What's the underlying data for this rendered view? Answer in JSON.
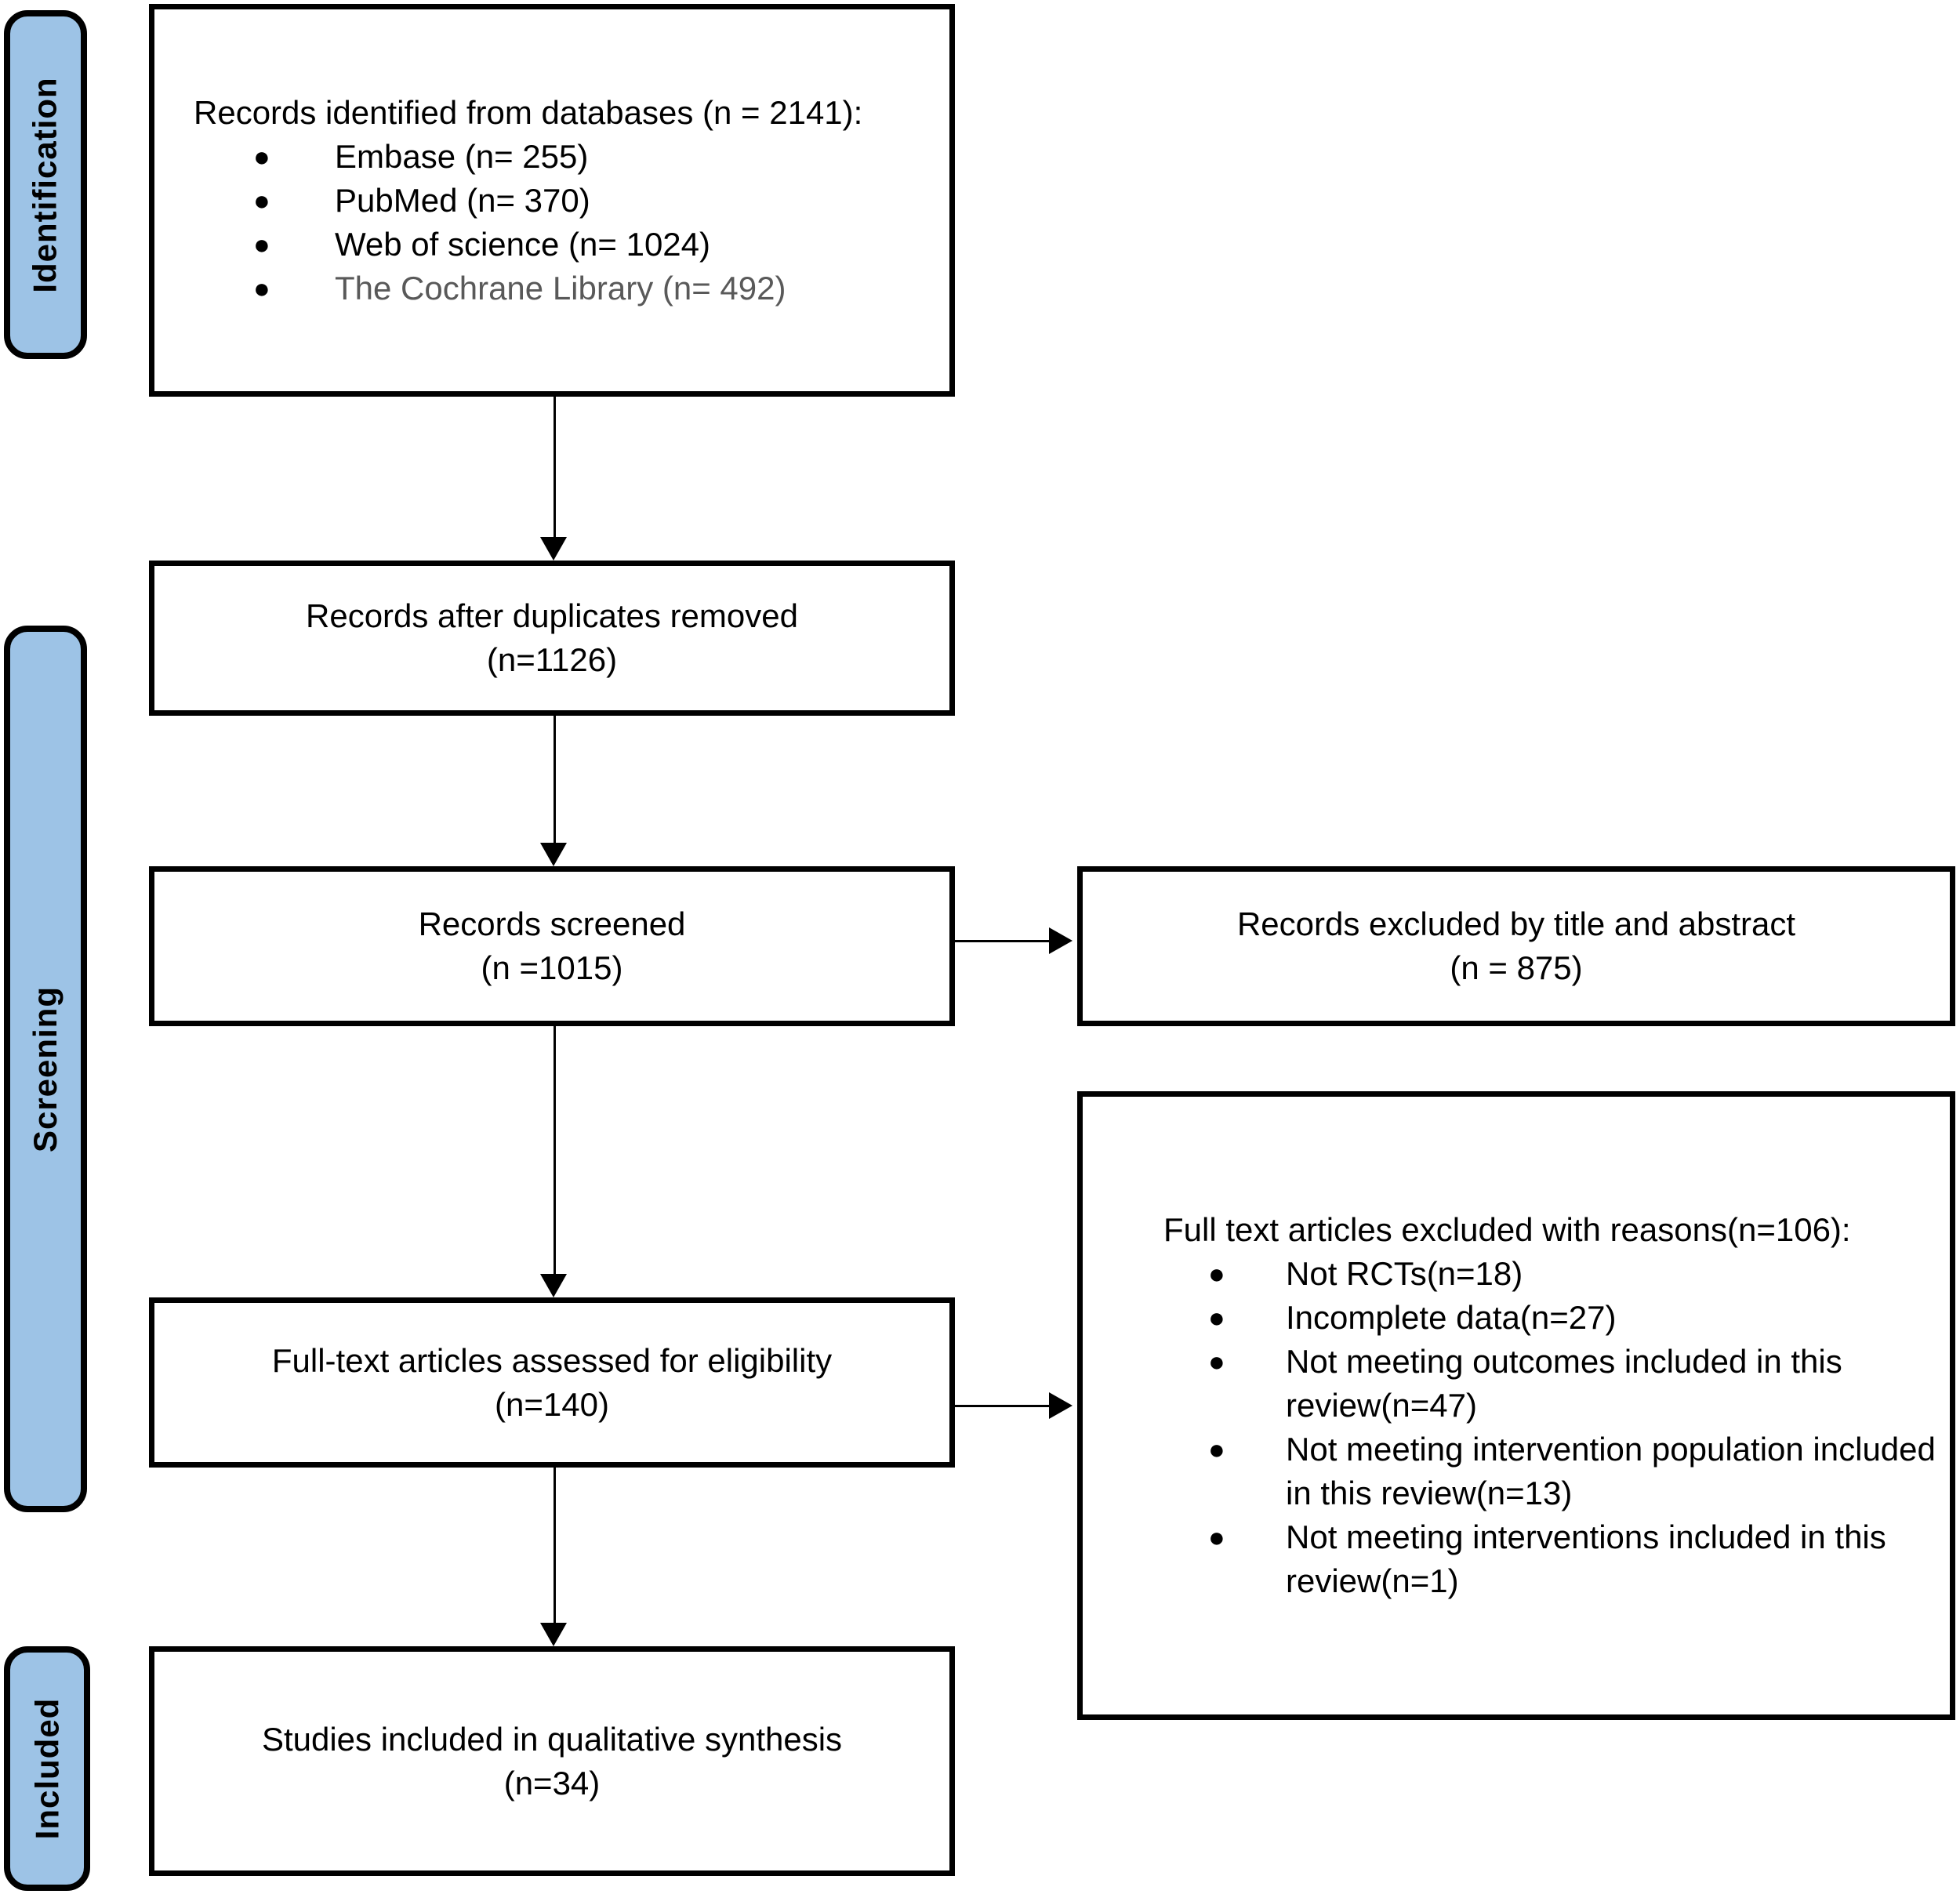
{
  "colors": {
    "stage_fill": "#9DC3E6",
    "border": "#000000",
    "muted_text": "#595959"
  },
  "icons": {
    "bullet": "●"
  },
  "stages": {
    "identification": "Identification",
    "screening": "Screening",
    "included": "Included"
  },
  "boxes": {
    "records_identified": {
      "title": "Records identified from databases (n = 2141):",
      "items": [
        "Embase (n= 255)",
        "PubMed (n= 370)",
        "Web of science (n= 1024)",
        "The Cochrane Library (n= 492)"
      ]
    },
    "duplicates_removed": {
      "line1": "Records after duplicates removed",
      "line2": "(n=1126)"
    },
    "records_screened": {
      "line1": "Records screened",
      "line2": "(n =1015)"
    },
    "records_excluded": {
      "line1": "Records excluded by title and abstract",
      "line2": "(n = 875)"
    },
    "fulltext_assessed": {
      "line1": "Full-text articles assessed for eligibility",
      "line2": "(n=140)"
    },
    "fulltext_excluded": {
      "title": "Full text articles excluded with reasons(n=106):",
      "items": [
        "Not RCTs(n=18)",
        "Incomplete data(n=27)",
        "Not meeting outcomes included in this review(n=47)",
        "Not meeting intervention population included in this review(n=13)",
        "Not meeting interventions included in this review(n=1)"
      ]
    },
    "studies_included": {
      "line1": "Studies included in qualitative synthesis",
      "line2": "(n=34)"
    }
  }
}
